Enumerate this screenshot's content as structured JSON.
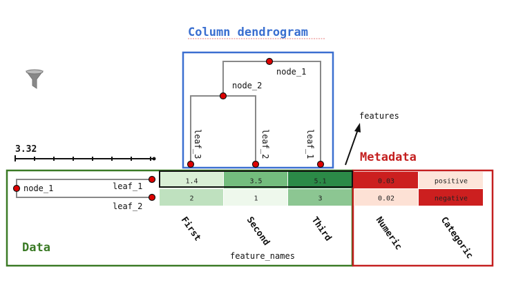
{
  "titles": {
    "column_dendrogram": "Column dendrogram",
    "metadata": "Metadata",
    "data": "Data"
  },
  "scale": {
    "label": "3.32"
  },
  "column_tree": {
    "node_1": "node_1",
    "node_2": "node_2",
    "leaves": [
      "leaf_3",
      "leaf_2",
      "leaf_1"
    ]
  },
  "row_tree": {
    "node_1": "node_1",
    "leaves": [
      "leaf_1",
      "leaf_2"
    ]
  },
  "annotations": {
    "features": "features",
    "feature_names": "feature_names"
  },
  "columns": [
    "First",
    "Second",
    "Third"
  ],
  "data_rows": [
    {
      "values": [
        "1.4",
        "3.5",
        "5.1"
      ],
      "colors": [
        "#d9efd5",
        "#74bd7e",
        "#2b8a47"
      ]
    },
    {
      "values": [
        "2",
        "1",
        "3"
      ],
      "colors": [
        "#bfe1bf",
        "#eef8ec",
        "#8cc692"
      ]
    }
  ],
  "metadata_columns": [
    "Numeric",
    "Categoric"
  ],
  "metadata_rows": [
    {
      "values": [
        "0.03",
        "positive"
      ],
      "colors": [
        "#cc1f1f",
        "#fde5da"
      ]
    },
    {
      "values": [
        "0.02",
        "negative"
      ],
      "colors": [
        "#fde1d5",
        "#cc1f1f"
      ]
    }
  ],
  "colors": {
    "data_border": "#3a7a25",
    "data_title": "#3a7a25",
    "metadata_border": "#c41f1f",
    "metadata_title": "#c41f1f",
    "dendrogram_border": "#3a6fd0",
    "dendrogram_title": "#3a6fd0",
    "node_fill": "#dd0000",
    "tree_line": "#888888"
  },
  "icons": [
    "filter-icon"
  ]
}
